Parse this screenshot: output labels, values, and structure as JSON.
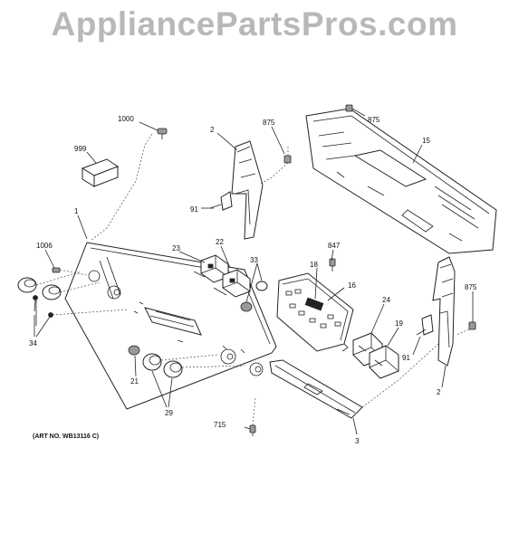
{
  "watermark": "AppliancePartsPros.com",
  "art_number": "(ART NO. WB13116 C)",
  "callouts": {
    "c1000": "1000",
    "c999": "999",
    "c1": "1",
    "c1006": "1006",
    "c34": "34",
    "c2_top": "2",
    "c875_a": "875",
    "c91_top": "91",
    "c875_b": "875",
    "c15": "15",
    "c23": "23",
    "c22": "22",
    "c33": "33",
    "c847": "847",
    "c18": "18",
    "c16": "16",
    "c24": "24",
    "c19": "19",
    "c875_c": "875",
    "c91_right": "91",
    "c2_right": "2",
    "c21": "21",
    "c29": "29",
    "c715": "715",
    "c3": "3"
  }
}
